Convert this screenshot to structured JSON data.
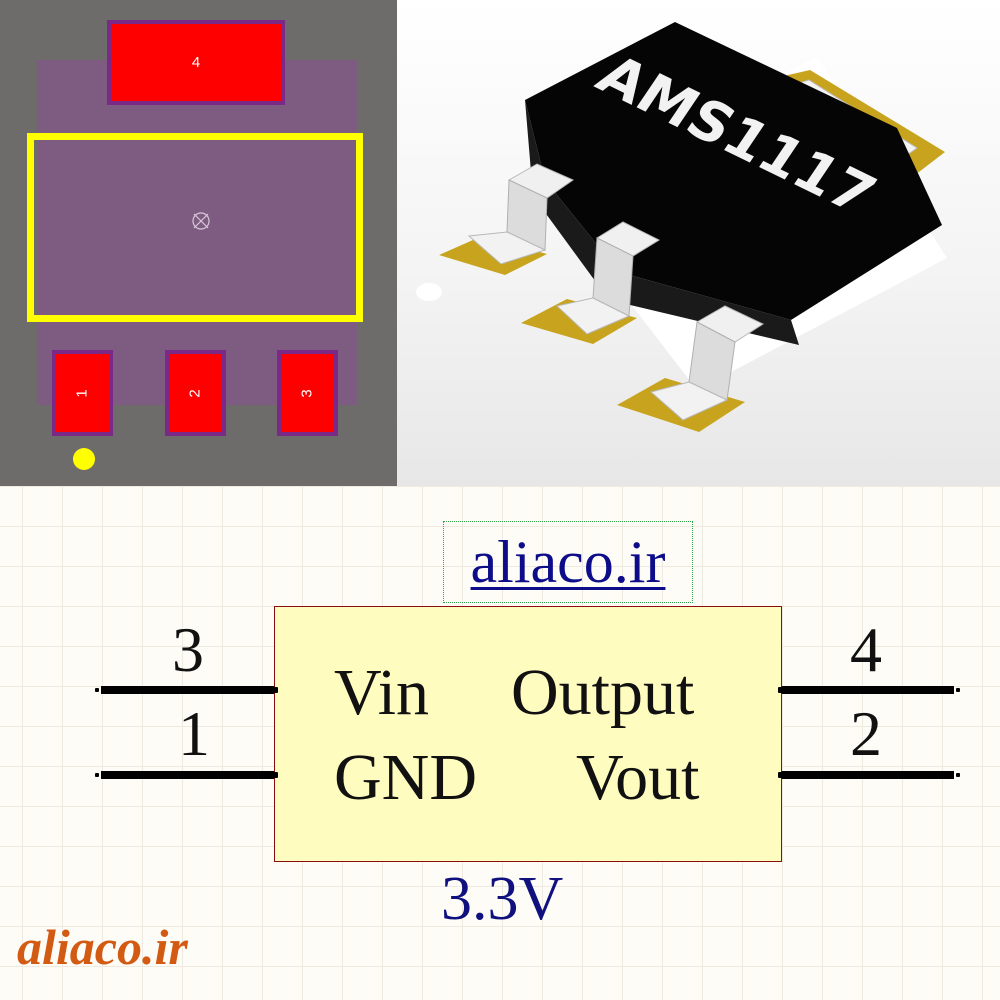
{
  "footprint": {
    "pads": [
      {
        "number": "1"
      },
      {
        "number": "2"
      },
      {
        "number": "3"
      },
      {
        "number": "4"
      }
    ],
    "colors": {
      "pad": "#ff0000",
      "pad_outline": "#7a2a86",
      "body": "#7e5b80",
      "silkscreen": "#ffff00",
      "background": "#6e6c6b"
    }
  },
  "model3d": {
    "marking": "AMS1117",
    "colors": {
      "body": "#000000",
      "leads": "#e6e6e6",
      "pads": "#c8a41e"
    }
  },
  "schematic": {
    "website_label": "aliaco.ir",
    "pins": [
      {
        "number": "3",
        "name": "Vin"
      },
      {
        "number": "1",
        "name": "GND"
      },
      {
        "number": "4",
        "name": "Output"
      },
      {
        "number": "2",
        "name": "Vout"
      }
    ],
    "value": "3.3V",
    "colors": {
      "symbol_fill": "#fffcc0",
      "symbol_border": "#8a0e0e",
      "value_text": "#10107e"
    }
  },
  "watermark": {
    "text": "aliaco.ir",
    "color": "#d25a12"
  }
}
